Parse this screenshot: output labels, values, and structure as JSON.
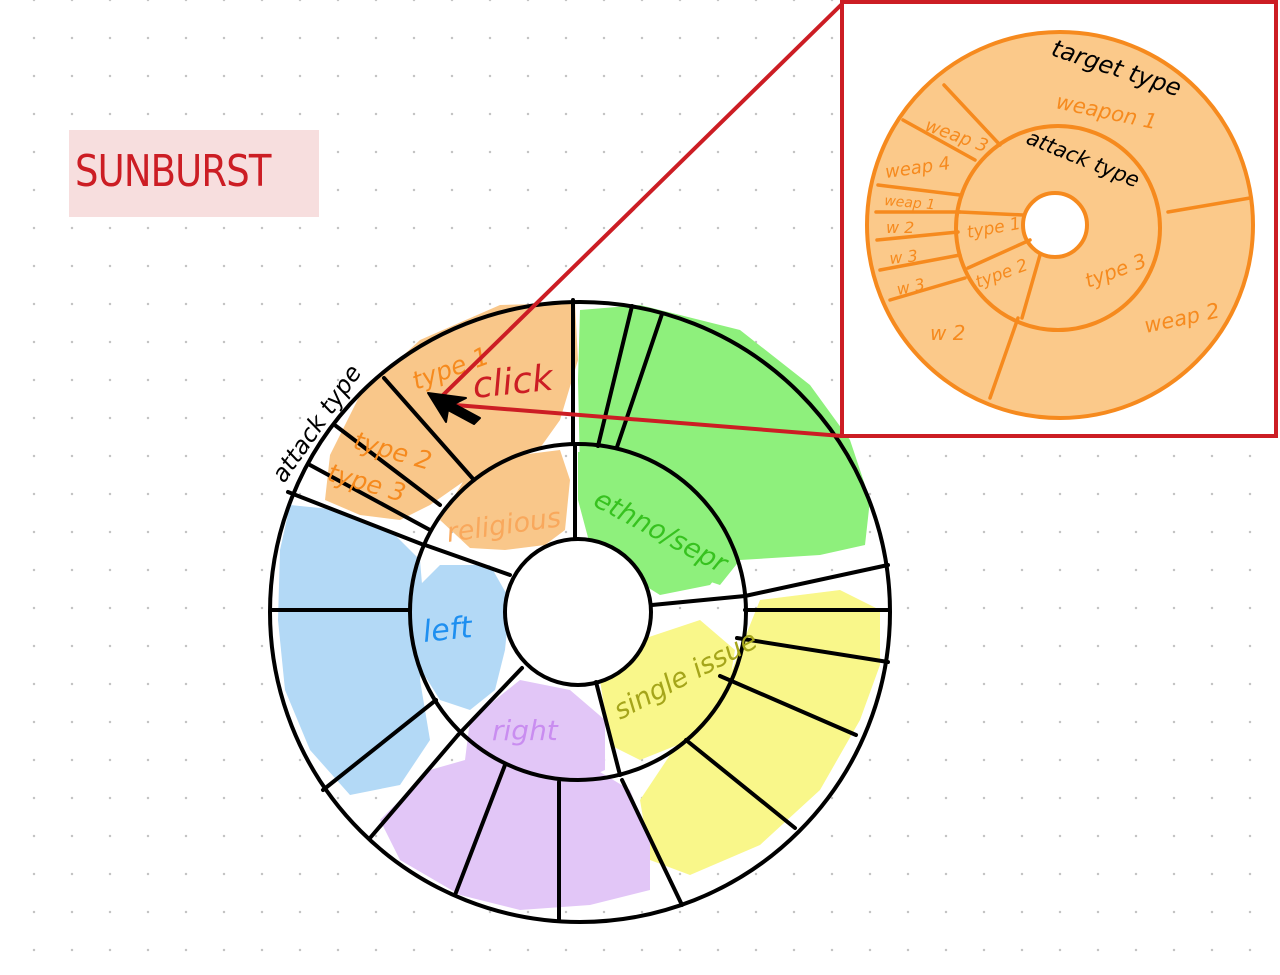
{
  "title": "SUNBURST",
  "colors": {
    "orange": "#f9c78a",
    "green": "#8ef07c",
    "yellow": "#f9f78a",
    "purple": "#e2c6f7",
    "blue": "#b3d9f6",
    "frame": "#cc1d24",
    "inset_fill": "#fbc98a",
    "inset_line": "#f68a1e"
  },
  "main_wheel": {
    "ring_label": "attack type",
    "inner": [
      {
        "label": "religious",
        "color": "#f9a85c"
      },
      {
        "label": "ethno/sepr",
        "color": "#37c21f"
      },
      {
        "label": "single issue",
        "color": "#a5a51a"
      },
      {
        "label": "right",
        "color": "#c98df0"
      },
      {
        "label": "left",
        "color": "#1e8ff0"
      }
    ],
    "outer_labels": [
      "type 1",
      "type 2",
      "type 3"
    ]
  },
  "annotation": {
    "text": "click",
    "icon": "cursor-arrow-icon"
  },
  "inset": {
    "outer_ring_label": "target type",
    "inner_ring_label": "attack type",
    "inner_labels": [
      "type 1",
      "type 2",
      "type 3"
    ],
    "outer_labels": [
      "weapon 1",
      "weap 3",
      "weap 4",
      "weap 1",
      "w 2",
      "w 3",
      "w 3",
      "w 2",
      "weap 2"
    ]
  }
}
